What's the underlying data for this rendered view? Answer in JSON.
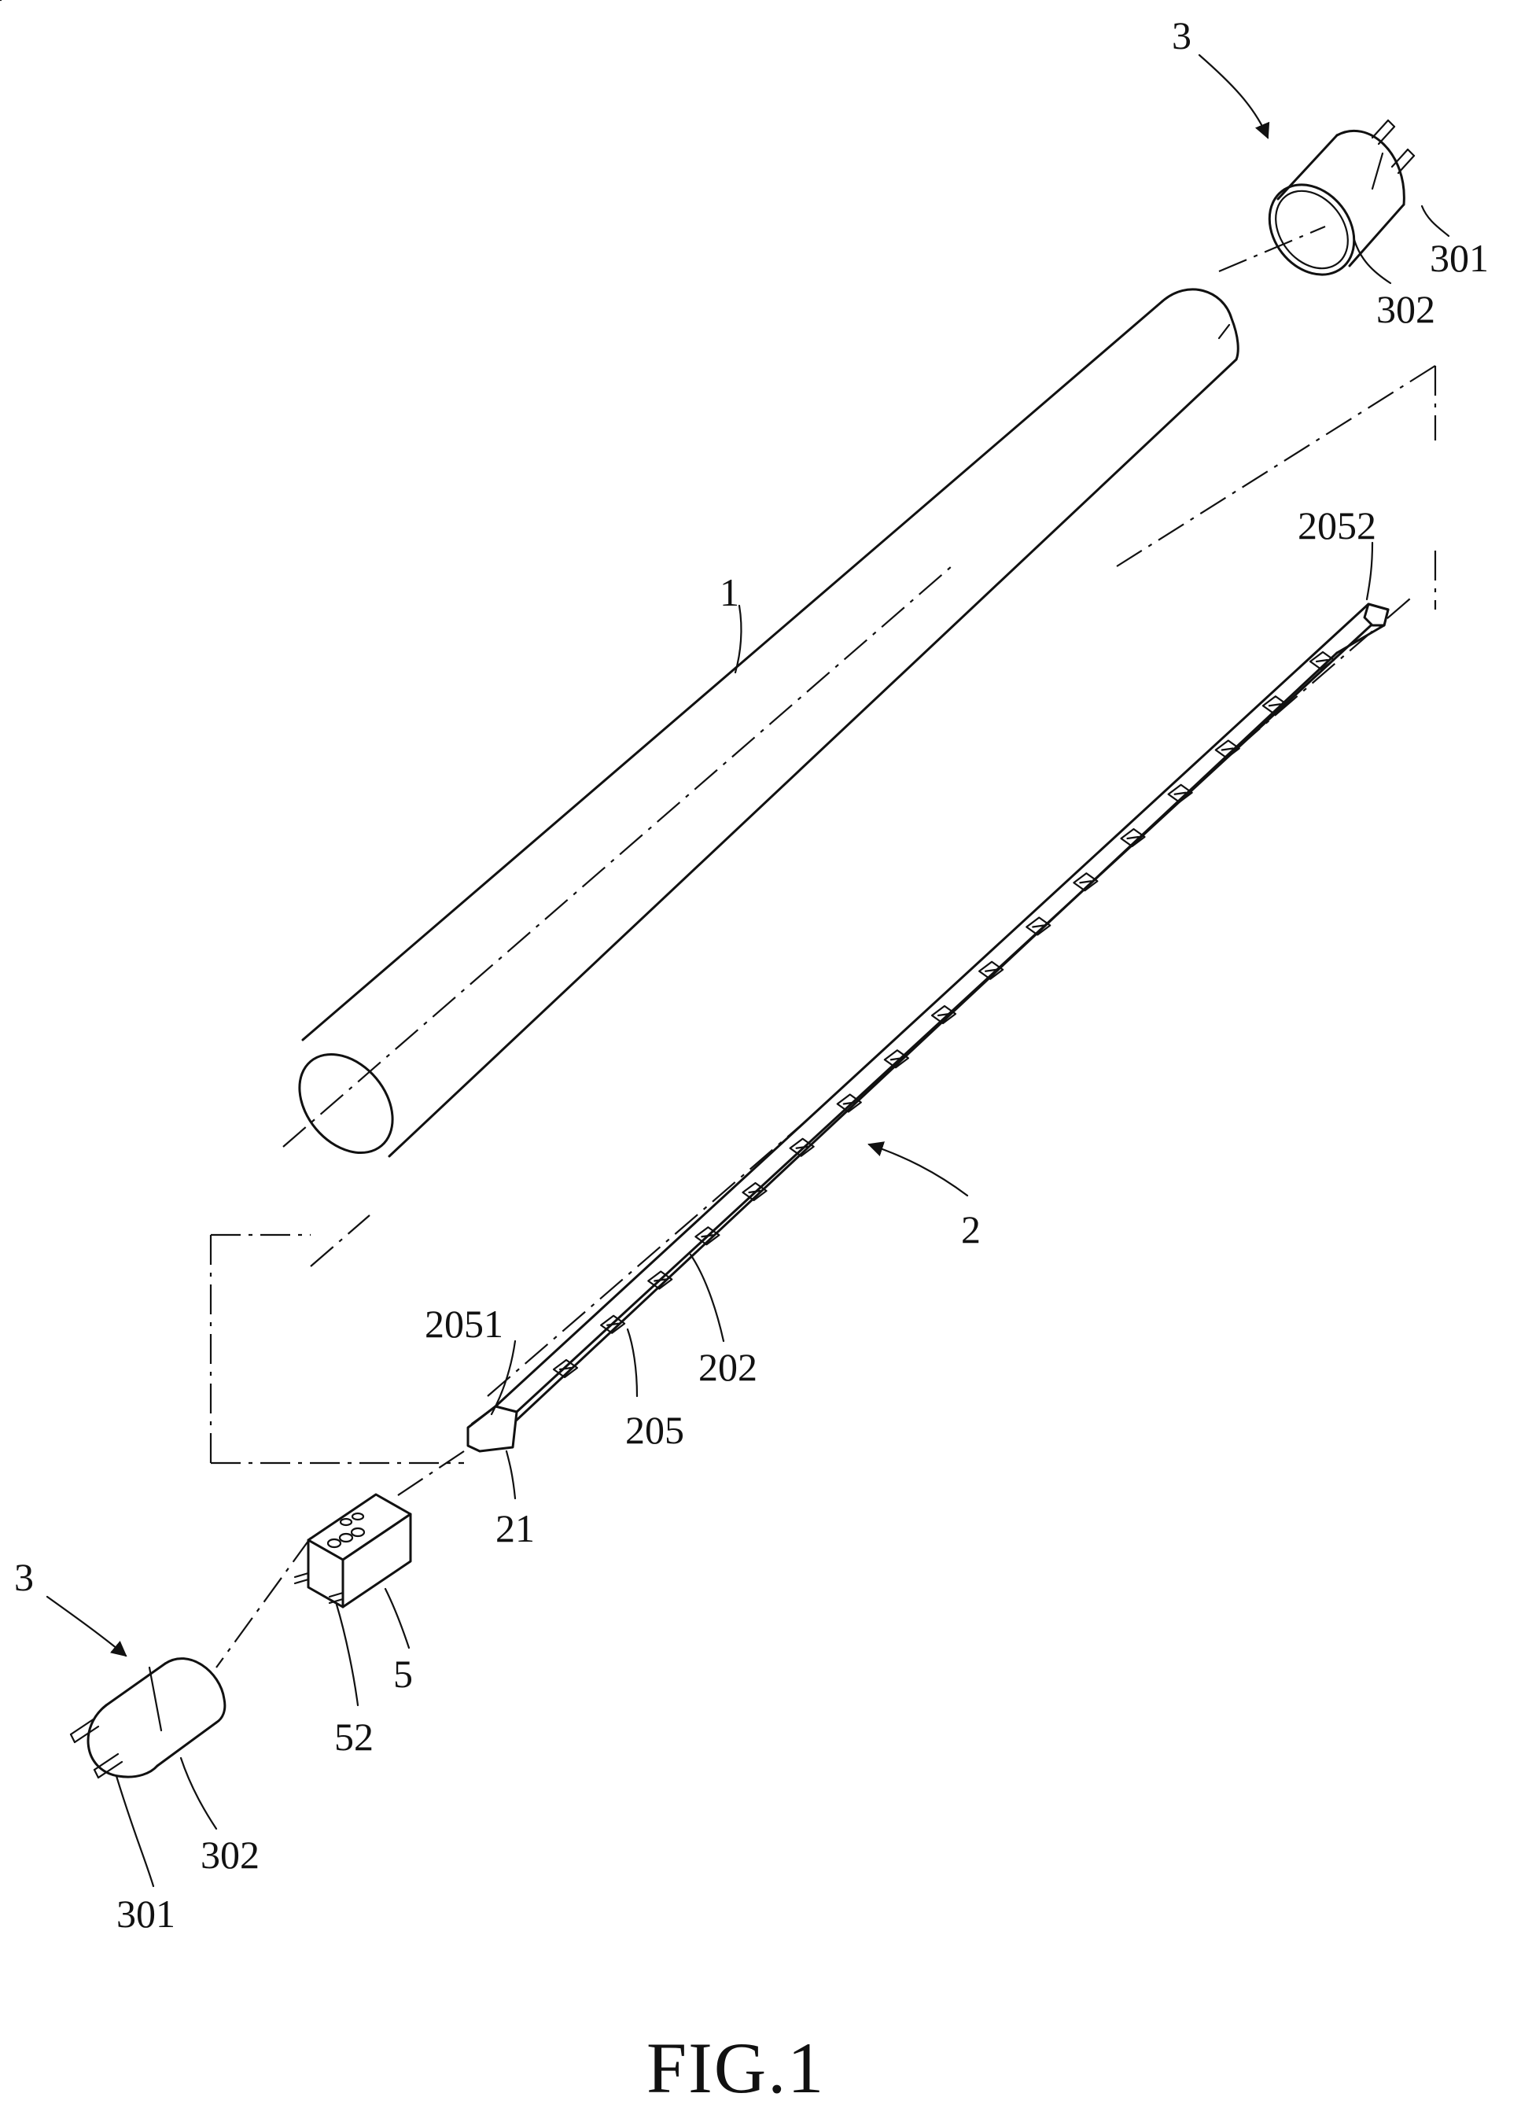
{
  "figure": {
    "caption": "FIG.1",
    "labels": {
      "end_cap_top": "3",
      "pin_top": "301",
      "shell_top": "302",
      "tube": "1",
      "strip_end": "2052",
      "strip": "2",
      "strip_start": "2051",
      "led": "202",
      "substrate": "205",
      "connector_end": "21",
      "driver": "5",
      "driver_pins": "52",
      "end_cap_bottom": "3",
      "shell_bottom": "302",
      "pin_bottom": "301"
    }
  }
}
